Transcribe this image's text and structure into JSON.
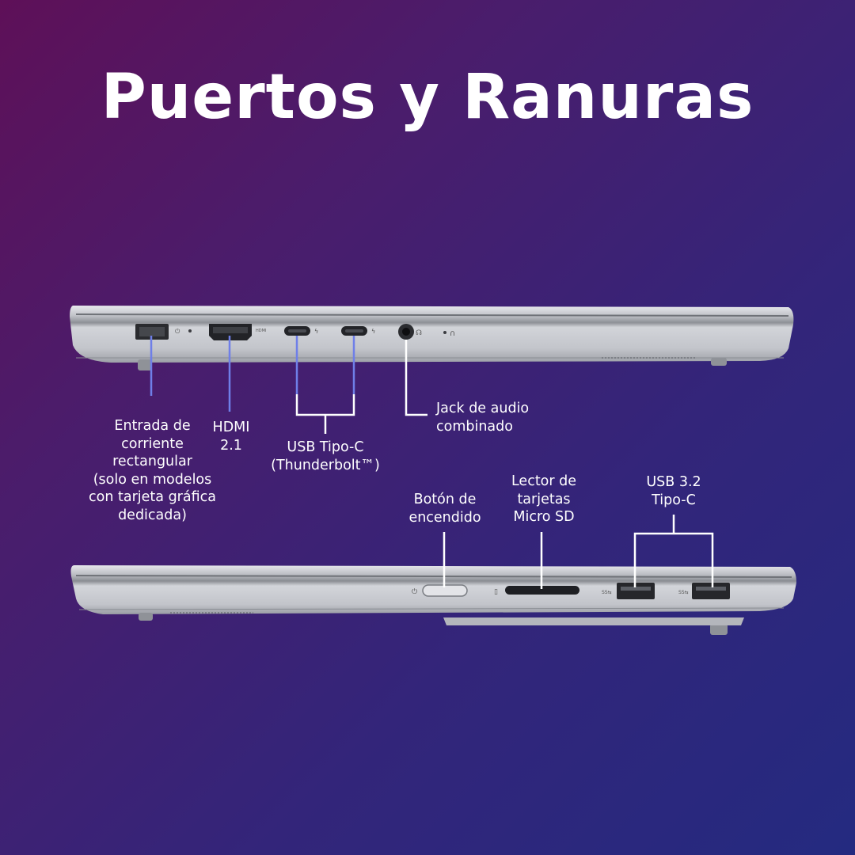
{
  "title": "Puertos y Ranuras",
  "top_side": {
    "labels": {
      "power_input": "Entrada de\ncorriente\nrectangular\n(solo en modelos\ncon tarjeta gráfica\ndedicada)",
      "hdmi": "HDMI\n2.1",
      "usb_c_thunderbolt": "USB Tipo-C\n(Thunderbolt™)",
      "audio_jack": "Jack de audio\ncombinado"
    }
  },
  "bottom_side": {
    "labels": {
      "power_button": "Botón de\nencendido",
      "micro_sd": "Lector de\ntarjetas\nMicro SD",
      "usb_32": "USB 3.2\nTipo-C"
    }
  },
  "colors": {
    "leader_line_white": "#ffffff",
    "leader_line_blue": "#6f7fe8",
    "laptop_silver": "#c9cbd0"
  }
}
